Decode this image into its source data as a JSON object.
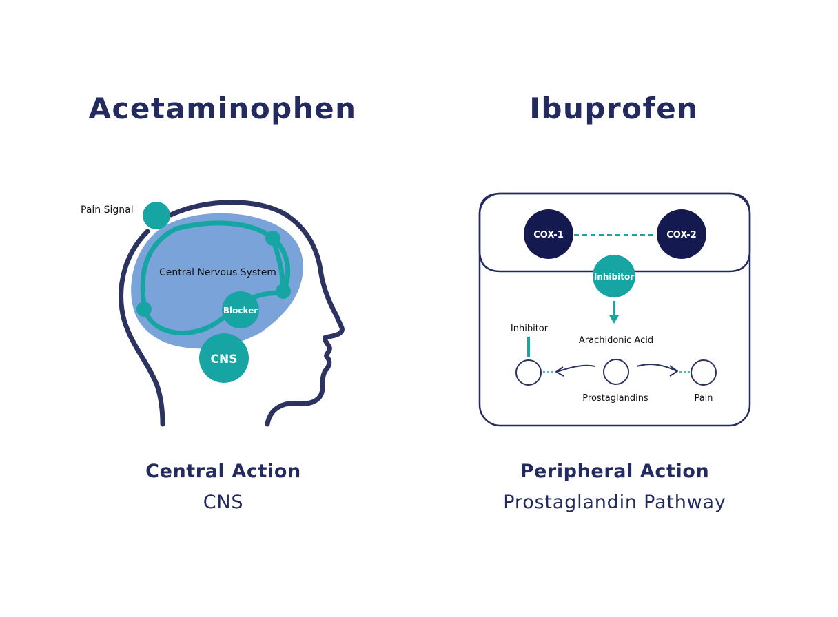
{
  "colors": {
    "navy": "#232a5e",
    "dark_navy": "#141a4f",
    "teal": "#17a5a4",
    "brain_blue": "#7aa3da",
    "line_dark": "#2d3361",
    "background": "#ffffff"
  },
  "left_panel": {
    "title": "Acetaminophen",
    "brain_label": "Central Nervous System",
    "pain_signal_label": "Pain Signal",
    "blocker_label": "Blocker",
    "cns_node_label": "CNS",
    "caption_title": "Central Action",
    "caption_subtitle": "CNS"
  },
  "right_panel": {
    "title": "Ibuprofen",
    "cox1_label": "COX-1",
    "cox2_label": "COX-2",
    "inhibitor_badge_label": "Inhibitor",
    "inhibitor_side_label": "Inhibitor",
    "arachidonic_acid_label": "Arachidonic Acid",
    "prostaglandins_label": "Prostaglandins",
    "pain_label": "Pain",
    "caption_title": "Peripheral Action",
    "caption_subtitle": "Prostaglandin Pathway"
  }
}
